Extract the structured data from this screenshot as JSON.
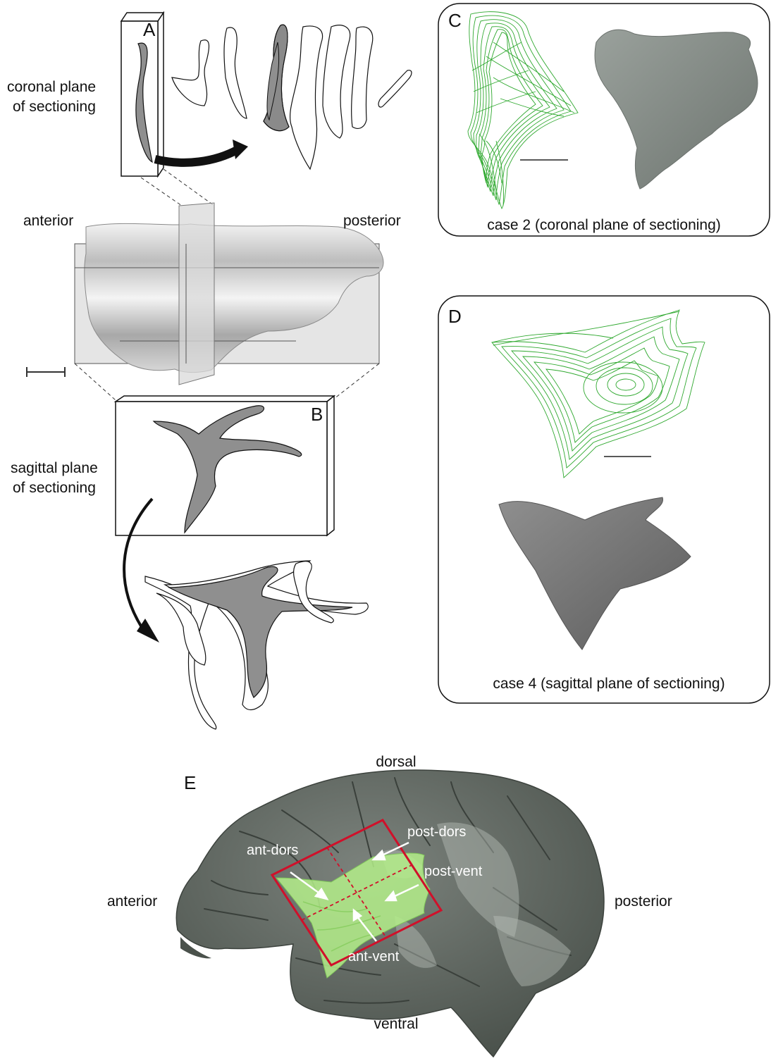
{
  "panel_a": {
    "letter": "A",
    "plane_line1": "coronal plane",
    "plane_line2": "of sectioning"
  },
  "panel_b": {
    "letter": "B",
    "plane_line1": "sagittal plane",
    "plane_line2": "of sectioning"
  },
  "middle": {
    "anterior": "anterior",
    "posterior": "posterior"
  },
  "panel_c": {
    "letter": "C",
    "caption": "case 2 (coronal plane of sectioning)"
  },
  "panel_d": {
    "letter": "D",
    "caption": "case 4 (sagittal plane of sectioning)"
  },
  "panel_e": {
    "letter": "E",
    "dorsal": "dorsal",
    "ventral": "ventral",
    "anterior": "anterior",
    "posterior": "posterior",
    "ant_dors": "ant-dors",
    "post_dors": "post-dors",
    "post_vent": "post-vent",
    "ant_vent": "ant-vent"
  },
  "colors": {
    "trace_green": "#2ea82e",
    "region_green": "#b4ee8a",
    "box_red": "#d0102a",
    "brain_gray": "#5f6660",
    "surface_gray": "#8a908c"
  }
}
